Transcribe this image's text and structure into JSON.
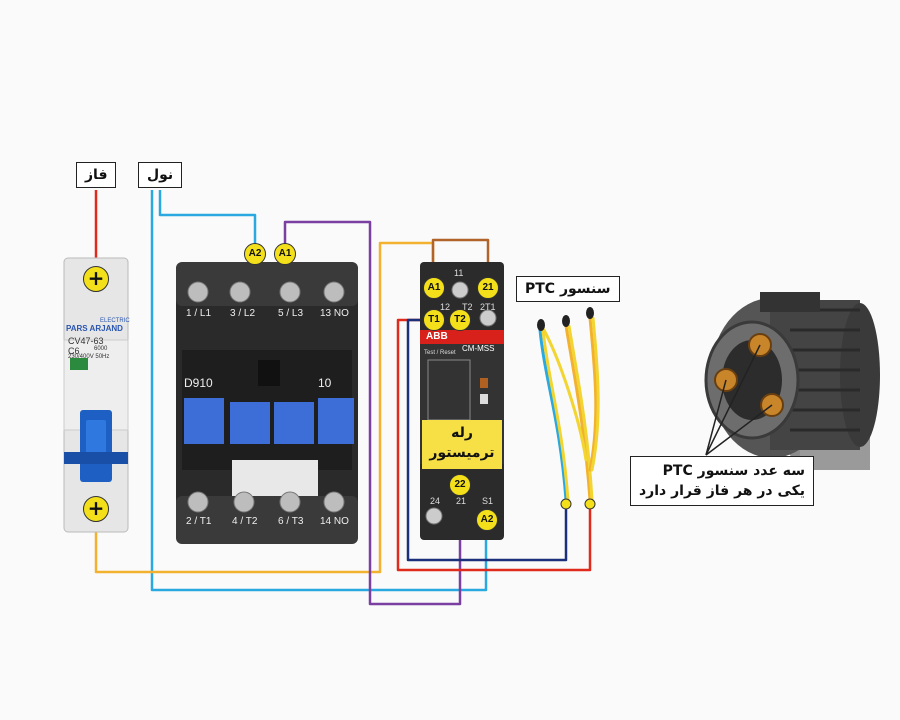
{
  "labels": {
    "phase": "فاز",
    "neutral": "نول",
    "ptc_sensor": "سنسور PTC",
    "motor_note_line1": "سه عدد سنسور PTC",
    "motor_note_line2": "یکی در هر فاز قرار دارد",
    "relay_line1": "رله",
    "relay_line2": "ترمیستور"
  },
  "breaker": {
    "brand": "PARS ARJAND",
    "brand_sub": "ELECTRIC",
    "model": "CV47-63",
    "rating": "C6",
    "capacity": "6000",
    "voltage": "230/400V 50Hz",
    "plus_top": "+",
    "plus_bottom": "+"
  },
  "contactor": {
    "model": "D910",
    "code": "10",
    "top_terminals": [
      "1 / L1",
      "3 / L2",
      "5 / L3",
      "13 NO"
    ],
    "bottom_terminals": [
      "2 / T1",
      "4 / T2",
      "6 / T3",
      "14 NO"
    ],
    "coil_terminals": [
      "A2",
      "A1"
    ]
  },
  "relay": {
    "brand": "ABB",
    "model": "CM-MSS",
    "test_reset": "Test / Reset",
    "top_numbers": [
      "11",
      "12",
      "T2",
      "2T1"
    ],
    "bottom_numbers": [
      "24",
      "21",
      "S1"
    ],
    "terminals": {
      "a1": "A1",
      "t21": "21",
      "t1": "T1",
      "t2": "T2",
      "t22": "22",
      "a2": "A2"
    }
  },
  "colors": {
    "phase": "#e02a1c",
    "neutral": "#2aa8e0",
    "orange": "#f2b230",
    "purple": "#7a3fa0",
    "navy": "#1c2f7a",
    "brown": "#b0642a",
    "terminal": "#f3e01a"
  }
}
